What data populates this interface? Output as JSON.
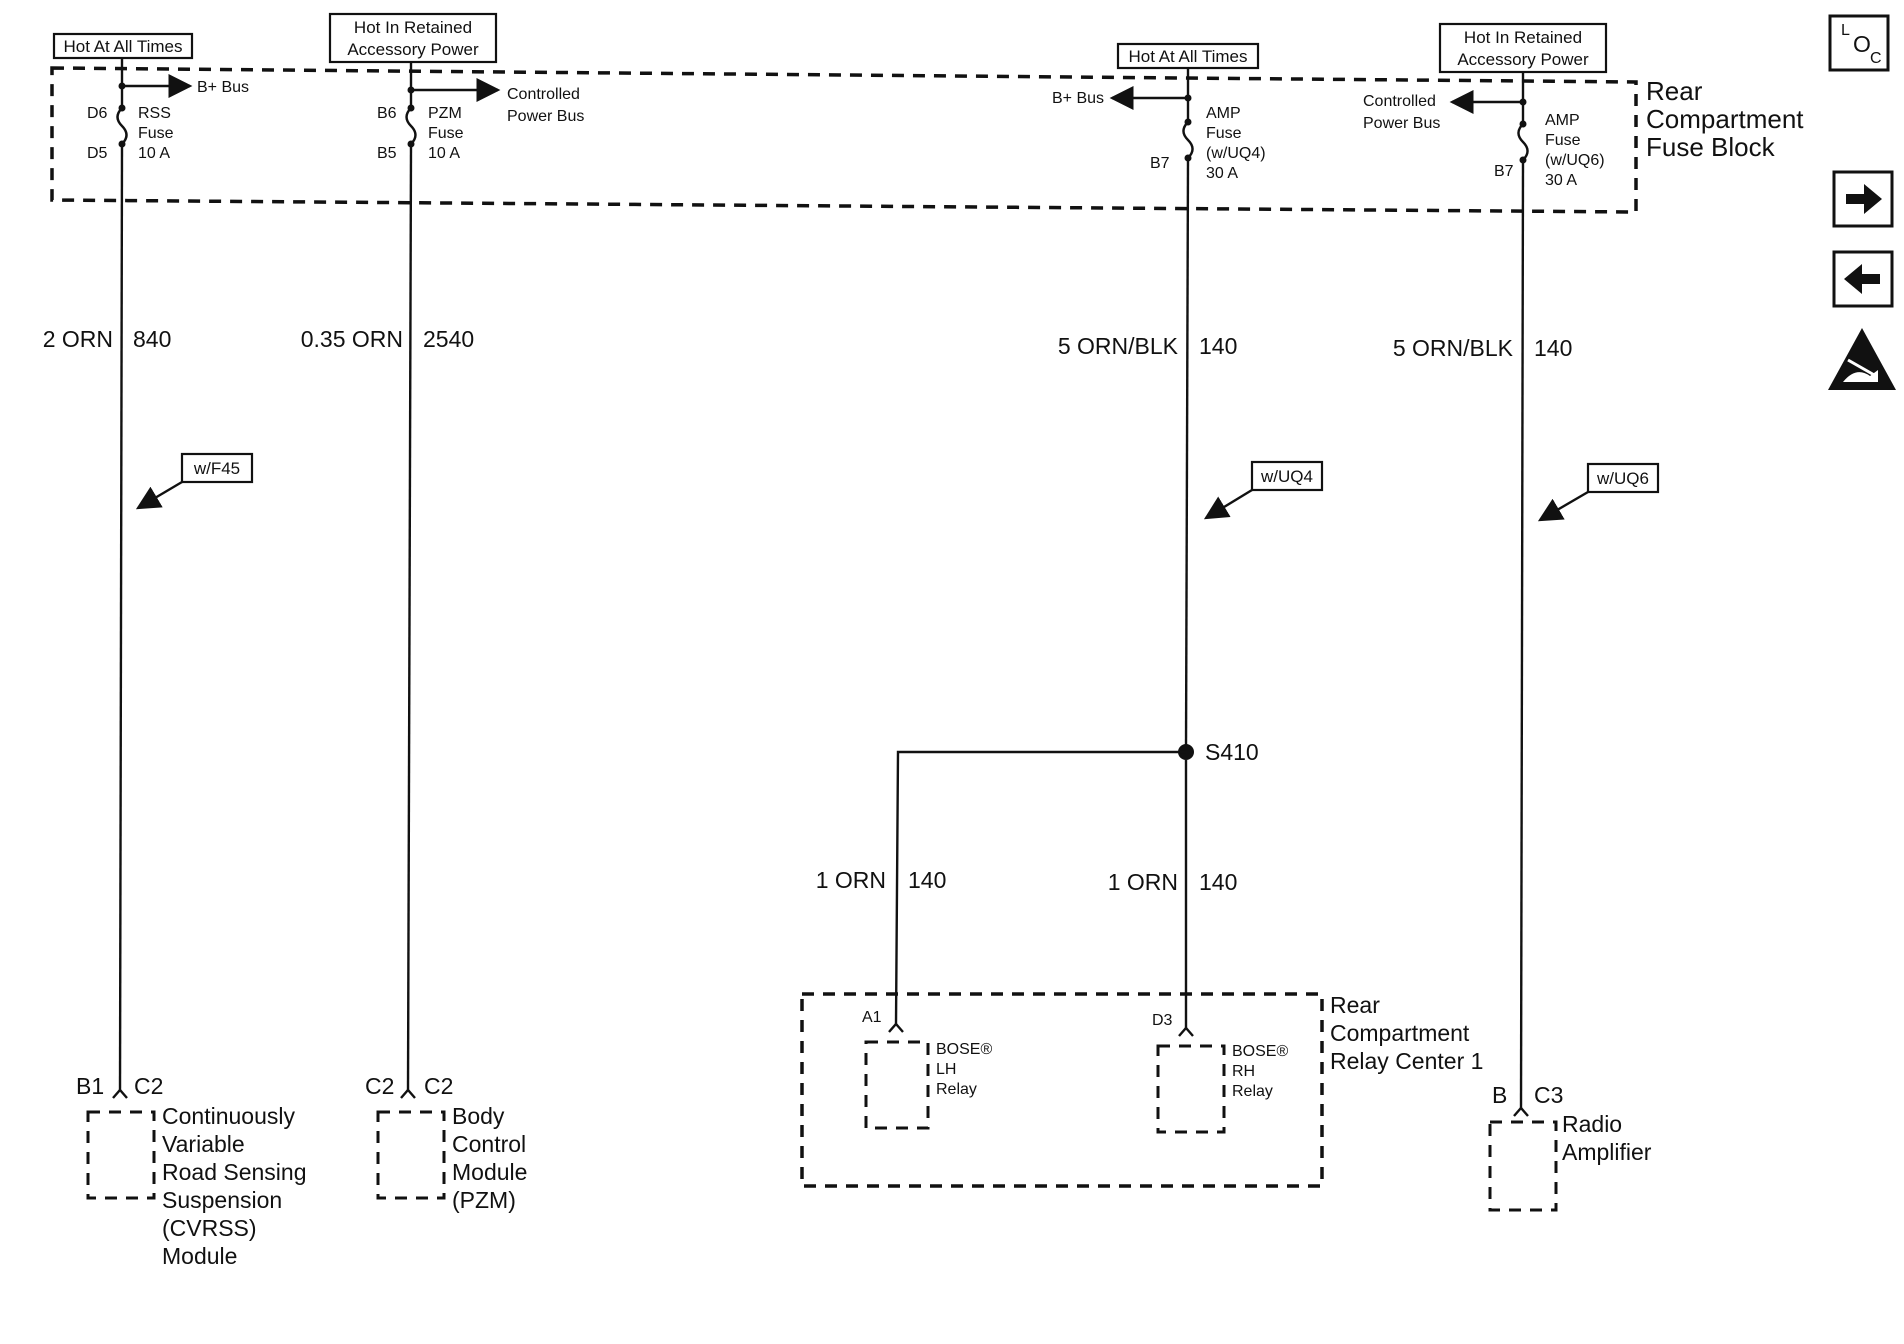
{
  "power_sources": {
    "hot_at_all_times_1": "Hot At All Times",
    "hot_in_retained_1": [
      "Hot In Retained",
      "Accessory Power"
    ],
    "hot_at_all_times_2": "Hot At All Times",
    "hot_in_retained_2": [
      "Hot In Retained",
      "Accessory Power"
    ]
  },
  "fuse_block": {
    "label": [
      "Rear",
      "Compartment",
      "Fuse Block"
    ],
    "fuses": [
      {
        "pins": [
          "D6",
          "D5"
        ],
        "label": [
          "RSS",
          "Fuse",
          "10 A"
        ],
        "bus": "B+ Bus"
      },
      {
        "pins": [
          "B6",
          "B5"
        ],
        "label": [
          "PZM",
          "Fuse",
          "10 A"
        ],
        "bus": [
          "Controlled",
          "Power Bus"
        ]
      },
      {
        "pins": [
          "B7"
        ],
        "label": [
          "AMP",
          "Fuse",
          "(w/UQ4)",
          "30 A"
        ],
        "bus": "B+ Bus"
      },
      {
        "pins": [
          "B7"
        ],
        "label": [
          "AMP",
          "Fuse",
          "(w/UQ6)",
          "30 A"
        ],
        "bus": [
          "Controlled",
          "Power Bus"
        ]
      }
    ]
  },
  "wires": [
    {
      "size_color": "2 ORN",
      "circuit": "840"
    },
    {
      "size_color": "0.35 ORN",
      "circuit": "2540"
    },
    {
      "size_color": "5 ORN/BLK",
      "circuit": "140"
    },
    {
      "size_color": "5 ORN/BLK",
      "circuit": "140"
    },
    {
      "size_color": "1 ORN",
      "circuit": "140"
    },
    {
      "size_color": "1 ORN",
      "circuit": "140"
    }
  ],
  "options": [
    "w/F45",
    "w/UQ4",
    "w/UQ6"
  ],
  "splice": "S410",
  "relay_center": {
    "label": [
      "Rear",
      "Compartment",
      "Relay Center 1"
    ],
    "relays": [
      {
        "pin": "A1",
        "label": [
          "BOSE®",
          "LH",
          "Relay"
        ]
      },
      {
        "pin": "D3",
        "label": [
          "BOSE®",
          "RH",
          "Relay"
        ]
      }
    ]
  },
  "components": [
    {
      "pin": "B1",
      "connector": "C2",
      "label": [
        "Continuously",
        "Variable",
        "Road Sensing",
        "Suspension",
        "(CVRSS)",
        "Module"
      ]
    },
    {
      "pin": "C2",
      "connector": "C2",
      "label": [
        "Body",
        "Control",
        "Module",
        "(PZM)"
      ]
    },
    {
      "pin": "B",
      "connector": "C3",
      "label": [
        "Radio",
        "Amplifier"
      ]
    }
  ],
  "nav": {
    "loc_letters": [
      "L",
      "O",
      "C"
    ],
    "next_icon": "arrow-right-icon",
    "prev_icon": "arrow-left-icon",
    "esd_icon": "esd-warning-icon"
  }
}
